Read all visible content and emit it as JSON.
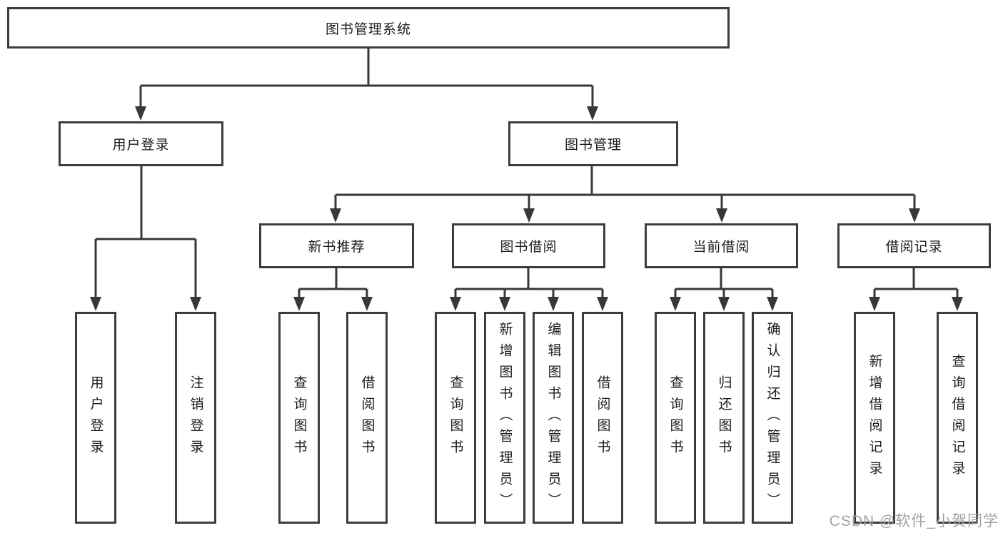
{
  "title": "图书管理系统",
  "watermark": "CSDN @软件_小贺同学",
  "colors": {
    "line": "#383838",
    "box_border": "#3d3d3d",
    "watermark": "#a2a2aa"
  },
  "branches": {
    "user": {
      "label": "用户登录",
      "children": [
        "用户登录",
        "注销登录"
      ]
    },
    "book": {
      "label": "图书管理",
      "sections": [
        {
          "label": "新书推荐",
          "children": [
            "查询图书",
            "借阅图书"
          ]
        },
        {
          "label": "图书借阅",
          "children": [
            "查询图书",
            "新增图书（管理员）",
            "编辑图书（管理员）",
            "借阅图书"
          ]
        },
        {
          "label": "当前借阅",
          "children": [
            "查询图书",
            "归还图书",
            "确认归还（管理员）"
          ]
        },
        {
          "label": "借阅记录",
          "children": [
            "新增借阅记录",
            "查询借阅记录"
          ]
        }
      ]
    }
  }
}
